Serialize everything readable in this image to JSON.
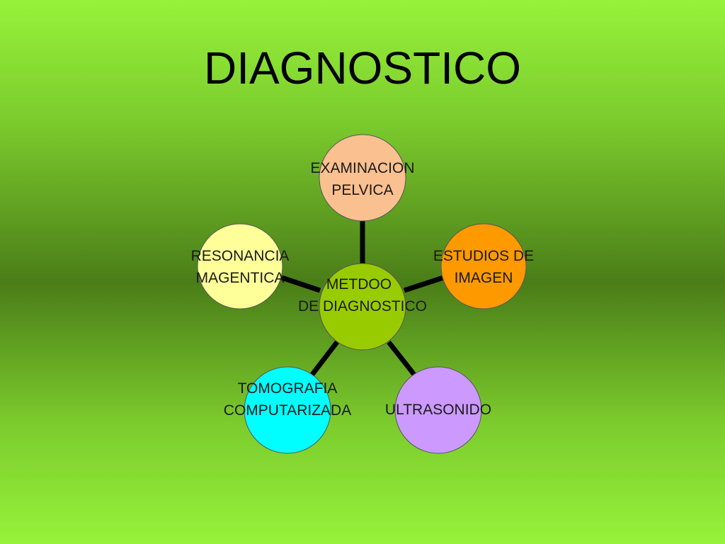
{
  "title": "DIAGNOSTICO",
  "center": {
    "line1": "METDOO",
    "line2": "DE DIAGNOSTICO",
    "color": "#99cc00"
  },
  "nodes": [
    {
      "id": "examinacion",
      "line1": "EXAMINACION",
      "line2": "PELVICA",
      "color": "#fac090"
    },
    {
      "id": "estudios",
      "line1": "ESTUDIOS DE",
      "line2": "IMAGEN",
      "color": "#ff9900"
    },
    {
      "id": "ultrasonido",
      "line1": "ULTRASONIDO",
      "line2": "",
      "color": "#cc99ff"
    },
    {
      "id": "tomografia",
      "line1": "TOMOGRAFIA",
      "line2": "COMPUTARIZADA",
      "color": "#00ffff"
    },
    {
      "id": "resonancia",
      "line1": "RESONANCIA",
      "line2": "MAGENTICA",
      "color": "#ffff99"
    }
  ]
}
